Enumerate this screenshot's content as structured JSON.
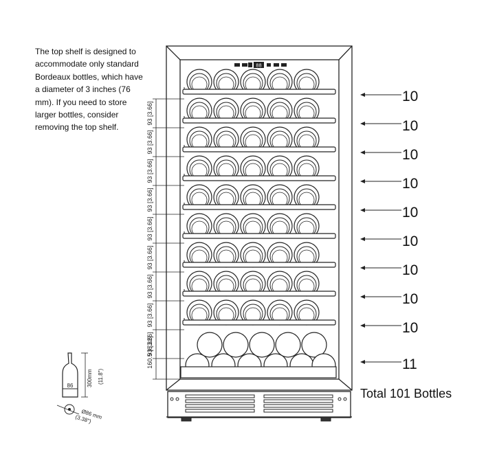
{
  "note": "The top shelf is designed to accommodate only standard Bordeaux bottles, which have a diameter of 3 inches (76 mm). If you need to store larger bottles, consider removing the top shelf.",
  "shelf_counts": [
    "10",
    "10",
    "10",
    "10",
    "10",
    "10",
    "10",
    "10",
    "10",
    "11"
  ],
  "total_label": "Total 101 Bottles",
  "display_text": "88",
  "shelf_dim_label": "93 [3.66]",
  "bottom_dim_label": "160.5 [6.32]",
  "bottle": {
    "label": "86",
    "height_mm": "300mm",
    "height_in": "(11.8\")",
    "diameter_mm": "Ø86 mm",
    "diameter_in": "(3.38\")"
  }
}
